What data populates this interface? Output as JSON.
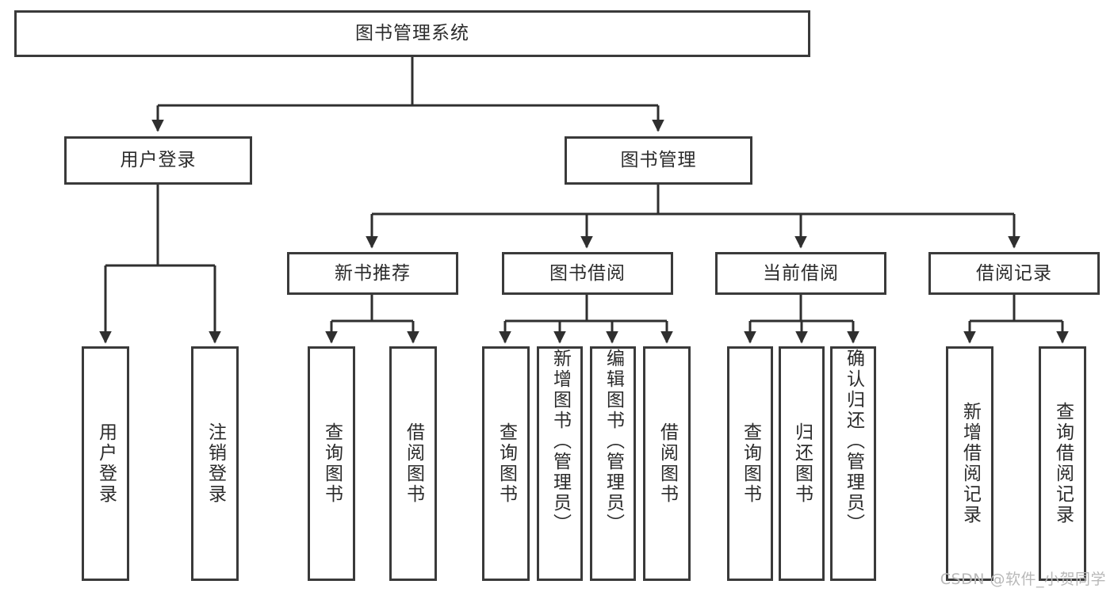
{
  "diagram": {
    "title": "图书管理系统",
    "watermark": "CSDN @软件_小贺同学",
    "colors": {
      "box_border": "#3a3a3a",
      "box_fill": "#ffffff",
      "text": "#2b2b2b",
      "edge": "#2f2f2f",
      "watermark": "#b8b8b8",
      "background": "#ffffff"
    },
    "nodes": {
      "root": {
        "label": "图书管理系统"
      },
      "level2": [
        {
          "id": "user-login",
          "label": "用户登录"
        },
        {
          "id": "book-manage",
          "label": "图书管理"
        }
      ],
      "level3": [
        {
          "id": "new-book-recommend",
          "label": "新书推荐"
        },
        {
          "id": "book-borrow",
          "label": "图书借阅"
        },
        {
          "id": "current-borrow",
          "label": "当前借阅"
        },
        {
          "id": "borrow-record",
          "label": "借阅记录"
        }
      ],
      "leaves": {
        "user-login": [
          {
            "id": "leaf-user-login",
            "label": "用户登录"
          },
          {
            "id": "leaf-logout-login",
            "label": "注销登录"
          }
        ],
        "new-book-recommend": [
          {
            "id": "leaf-query-book-1",
            "label": "查询图书"
          },
          {
            "id": "leaf-borrow-book-1",
            "label": "借阅图书"
          }
        ],
        "book-borrow": [
          {
            "id": "leaf-query-book-2",
            "label": "查询图书"
          },
          {
            "id": "leaf-add-book",
            "label": "新增图书（管理员）"
          },
          {
            "id": "leaf-edit-book",
            "label": "编辑图书（管理员）"
          },
          {
            "id": "leaf-borrow-book-2",
            "label": "借阅图书"
          }
        ],
        "current-borrow": [
          {
            "id": "leaf-query-book-3",
            "label": "查询图书"
          },
          {
            "id": "leaf-return-book",
            "label": "归还图书"
          },
          {
            "id": "leaf-confirm-return",
            "label": "确认归还（管理员）"
          }
        ],
        "borrow-record": [
          {
            "id": "leaf-add-record",
            "label": "新增借阅记录"
          },
          {
            "id": "leaf-query-record",
            "label": "查询借阅记录"
          }
        ]
      }
    }
  }
}
